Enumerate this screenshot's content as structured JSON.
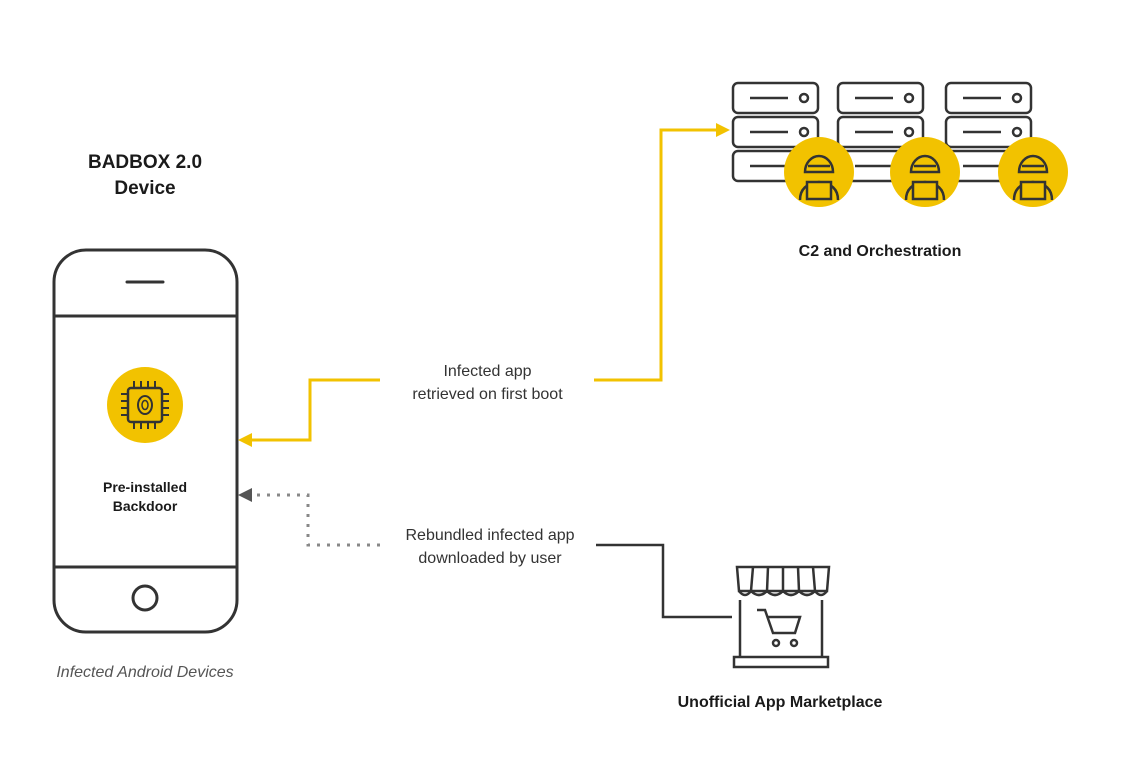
{
  "device": {
    "title_line1": "BADBOX 2.0",
    "title_line2": "Device",
    "backdoor_line1": "Pre-installed",
    "backdoor_line2": "Backdoor",
    "caption": "Infected Android Devices"
  },
  "flows": {
    "infected_line1": "Infected app",
    "infected_line2": "retrieved on first boot",
    "rebundled_line1": "Rebundled infected app",
    "rebundled_line2": "downloaded by user"
  },
  "c2": {
    "label": "C2 and Orchestration"
  },
  "marketplace": {
    "label": "Unofficial App Marketplace"
  },
  "colors": {
    "accent": "#F2C200",
    "line_dark": "#333333",
    "dotted": "#888888"
  }
}
